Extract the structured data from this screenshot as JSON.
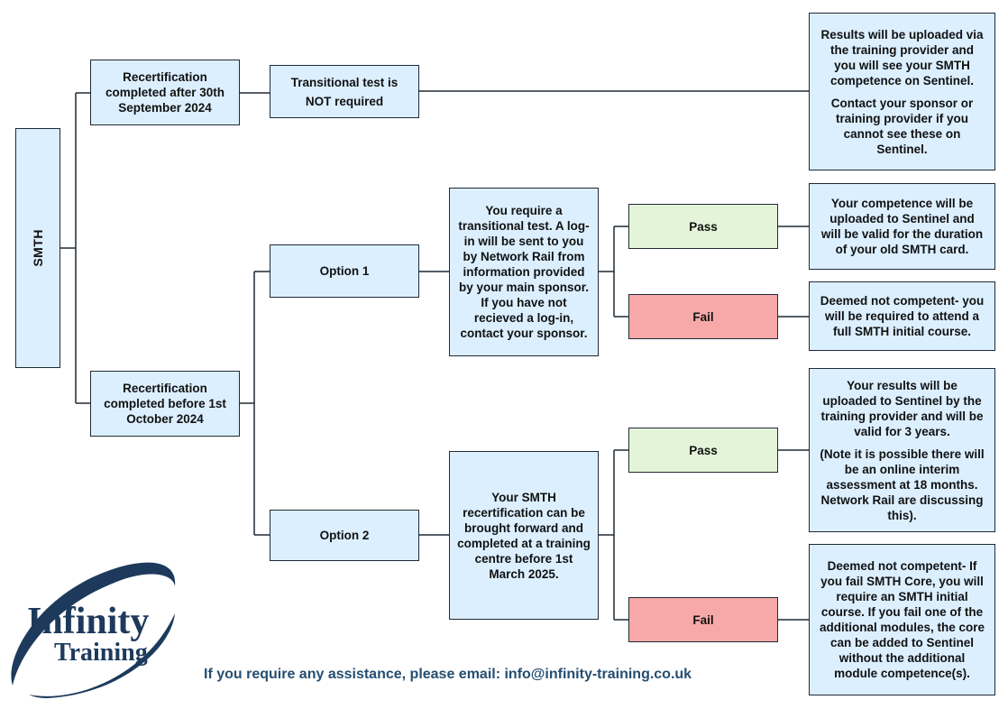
{
  "root": {
    "label": "SMTH"
  },
  "after": {
    "label": "Recertification completed after 30th September 2024",
    "transitional": "Transitional test is NOT required",
    "result_p1": "Results will be uploaded via the training provider and you will see your SMTH competence on Sentinel.",
    "result_p2": "Contact your sponsor or training provider if you cannot see these on Sentinel."
  },
  "before": {
    "label": "Recertification completed before 1st October 2024"
  },
  "option1": {
    "label": "Option 1",
    "detail": "You require a transitional test. A log-in will be sent to you by Network Rail from information provided by your main sponsor. If you have not recieved a log-in, contact your sponsor.",
    "pass_label": "Pass",
    "pass_result": "Your competence will be uploaded to Sentinel and will be valid for the duration of your old SMTH card.",
    "fail_label": "Fail",
    "fail_result": "Deemed not competent- you will be required to attend a full SMTH initial course."
  },
  "option2": {
    "label": "Option 2",
    "detail": "Your SMTH recertification can be brought forward and completed at a training centre before 1st March 2025.",
    "pass_label": "Pass",
    "pass_result_p1": "Your results will be uploaded to Sentinel by the training provider and will be valid for 3 years.",
    "pass_result_p2": "(Note it is possible there will be an online interim assessment at 18 months. Network Rail are discussing this).",
    "fail_label": "Fail",
    "fail_result": "Deemed not competent- If you fail SMTH Core, you will require an SMTH initial course. If you fail one of the additional modules, the core can be added to Sentinel without the additional module competence(s)."
  },
  "logo": {
    "line1": "Infinity",
    "line2": "Training"
  },
  "footer": {
    "prefix": "If you require any assistance, please email: ",
    "email": "info@infinity-training.co.uk"
  },
  "colors": {
    "box_fill": "#dcefff",
    "pass_fill": "#e3f4d8",
    "fail_fill": "#f7a9a9",
    "footer_text": "#244e72",
    "logo_navy": "#1d3a5c"
  }
}
